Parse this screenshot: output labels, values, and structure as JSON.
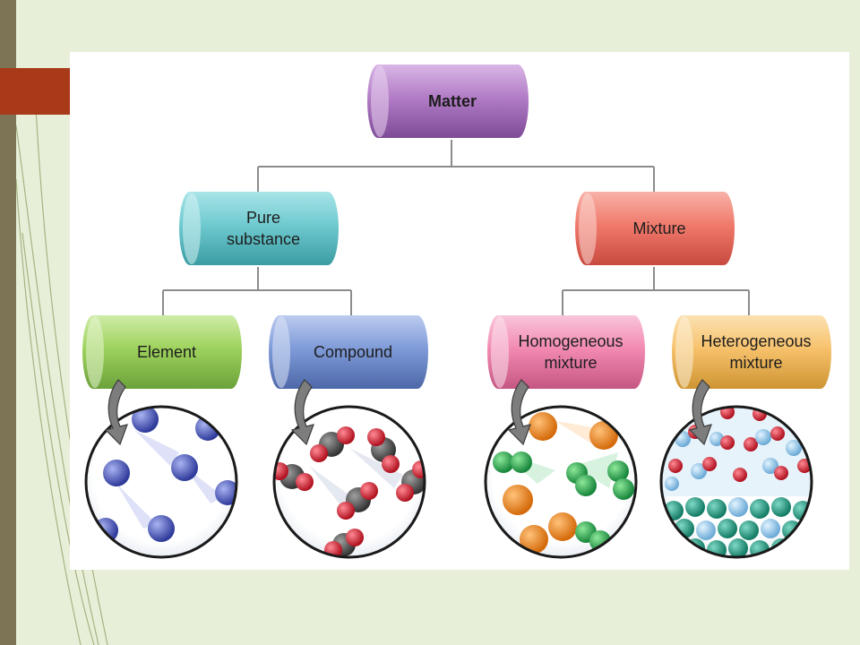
{
  "diagram": {
    "root": {
      "label": "Matter"
    },
    "left_branch": {
      "label": [
        "Pure",
        "substance"
      ]
    },
    "right_branch": {
      "label": "Mixture"
    },
    "leaves": {
      "element": "Element",
      "compound": "Compound",
      "homogeneous": [
        "Homogeneous",
        "mixture"
      ],
      "heterogeneous": [
        "Heterogeneous",
        "mixture"
      ]
    }
  },
  "colors": {
    "slide_background": "#e8efd9",
    "left_bar": "#7d7456",
    "accent_tab": "#a83a1a",
    "matter": "#b27cc6",
    "pure_substance": "#6fcad0",
    "mixture": "#f07a6c",
    "element": "#9ed25d",
    "compound": "#7f9bd8",
    "homogeneous": "#f28ab2",
    "heterogeneous": "#f7c26c",
    "connector": "#8c8c8c"
  }
}
